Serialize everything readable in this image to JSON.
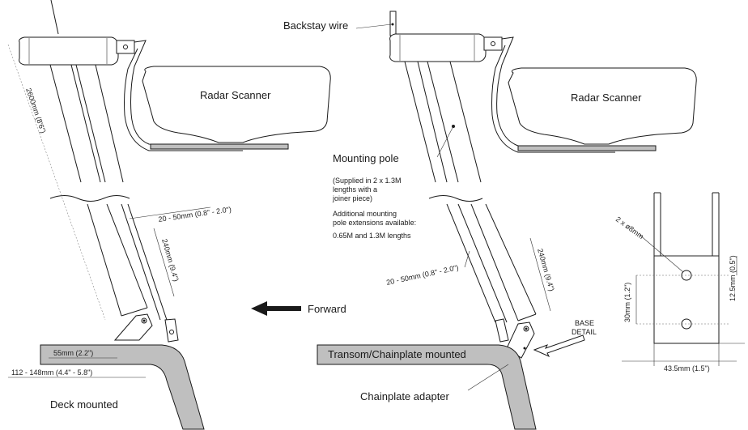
{
  "labels": {
    "radar_left": "Radar Scanner",
    "radar_right": "Radar Scanner",
    "backstay": "Backstay wire",
    "mounting_pole": "Mounting pole",
    "supplied_1": "(Supplied in 2 x 1.3M",
    "supplied_2": "lengths with a",
    "supplied_3": "joiner piece)",
    "ext_1": "Additional mounting",
    "ext_2": "pole extensions available:",
    "ext_3": "0.65M and 1.3M lengths",
    "forward": "Forward",
    "deck_mounted": "Deck mounted",
    "transom": "Transom/Chainplate mounted",
    "chainplate_adapter": "Chainplate adapter",
    "base_detail_1": "BASE",
    "base_detail_2": "DETAIL"
  },
  "dimensions": {
    "pole_length": "2600mm (8'6\")",
    "gap_left": "20 - 50mm (0.8\" - 2.0\")",
    "len240_left": "240mm (9.4\")",
    "deck_55": "55mm (2.2\")",
    "deck_112": "112 - 148mm (4.4\" - 5.8\")",
    "gap_right": "20 - 50mm (0.8\" - 2.0\")",
    "len240_right": "240mm (9.4\")",
    "holes": "2 x ø8mm",
    "hole_spacing": "30mm (1.2\")",
    "edge_12": "12.5mm (0.5\")",
    "width_43": "43.5mm (1.5\")"
  }
}
